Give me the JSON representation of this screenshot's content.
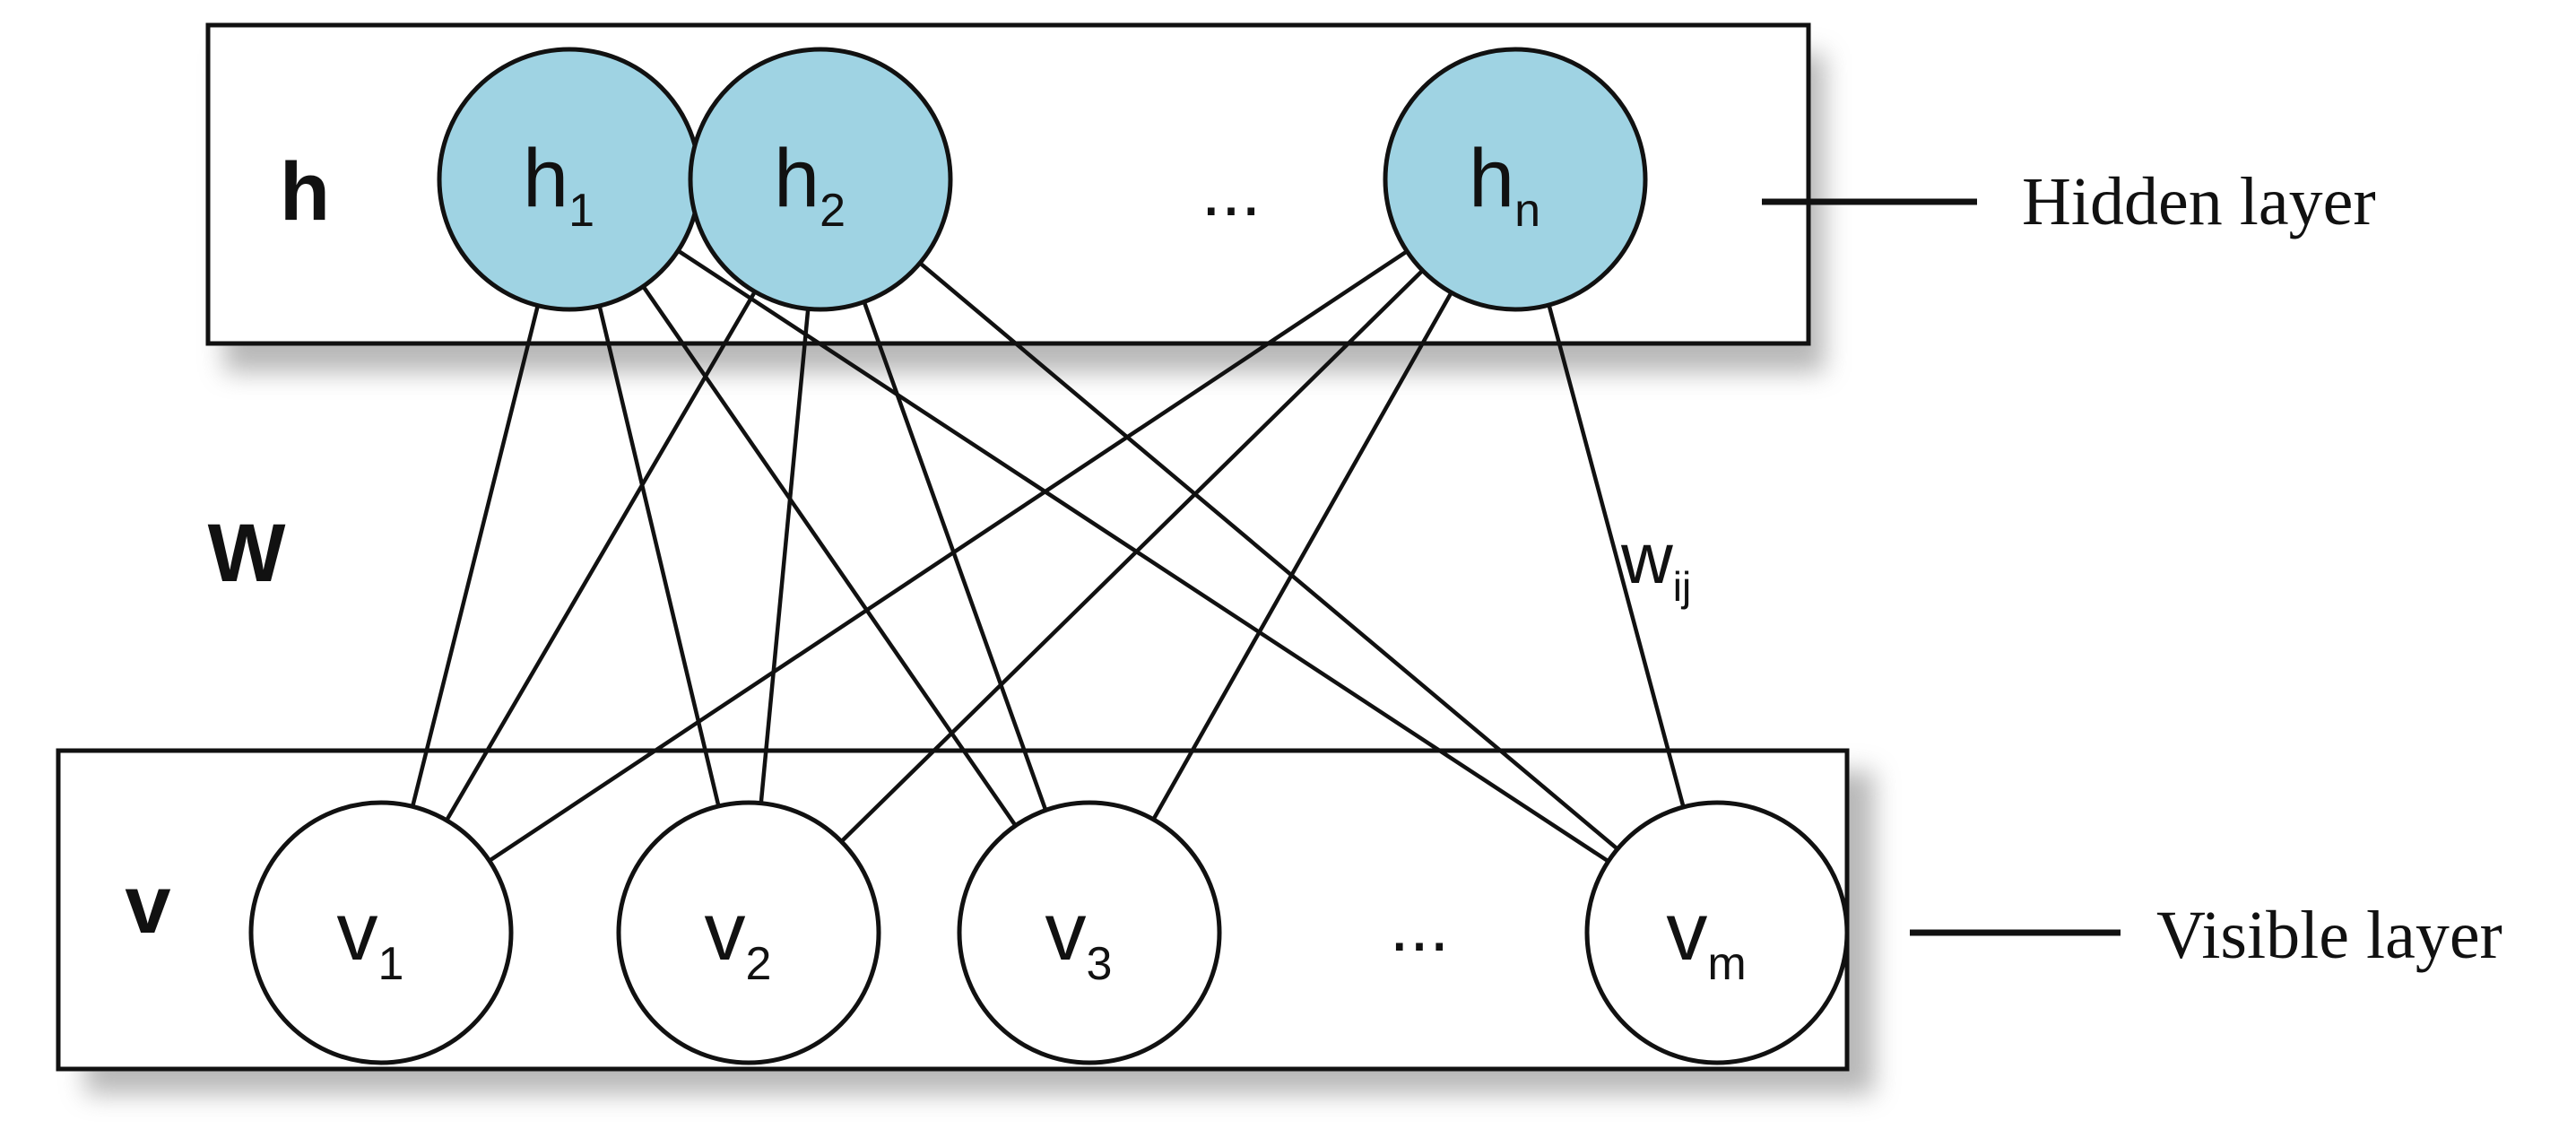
{
  "colors": {
    "hidden_fill": "#9fd3e3",
    "visible_fill": "#ffffff",
    "stroke": "#111111",
    "shadow": "#9a9a9a"
  },
  "hidden_layer": {
    "symbol": "h",
    "caption": "Hidden layer",
    "units": [
      {
        "base": "h",
        "sub": "1"
      },
      {
        "base": "h",
        "sub": "2"
      },
      {
        "base": "h",
        "sub": "n"
      }
    ],
    "ellipsis": "..."
  },
  "visible_layer": {
    "symbol": "v",
    "caption": "Visible layer",
    "units": [
      {
        "base": "v",
        "sub": "1"
      },
      {
        "base": "v",
        "sub": "2"
      },
      {
        "base": "v",
        "sub": "3"
      },
      {
        "base": "v",
        "sub": "m"
      }
    ],
    "ellipsis": "..."
  },
  "weights": {
    "symbol": "W",
    "edge_label": {
      "base": "w",
      "sub": "ij"
    }
  }
}
